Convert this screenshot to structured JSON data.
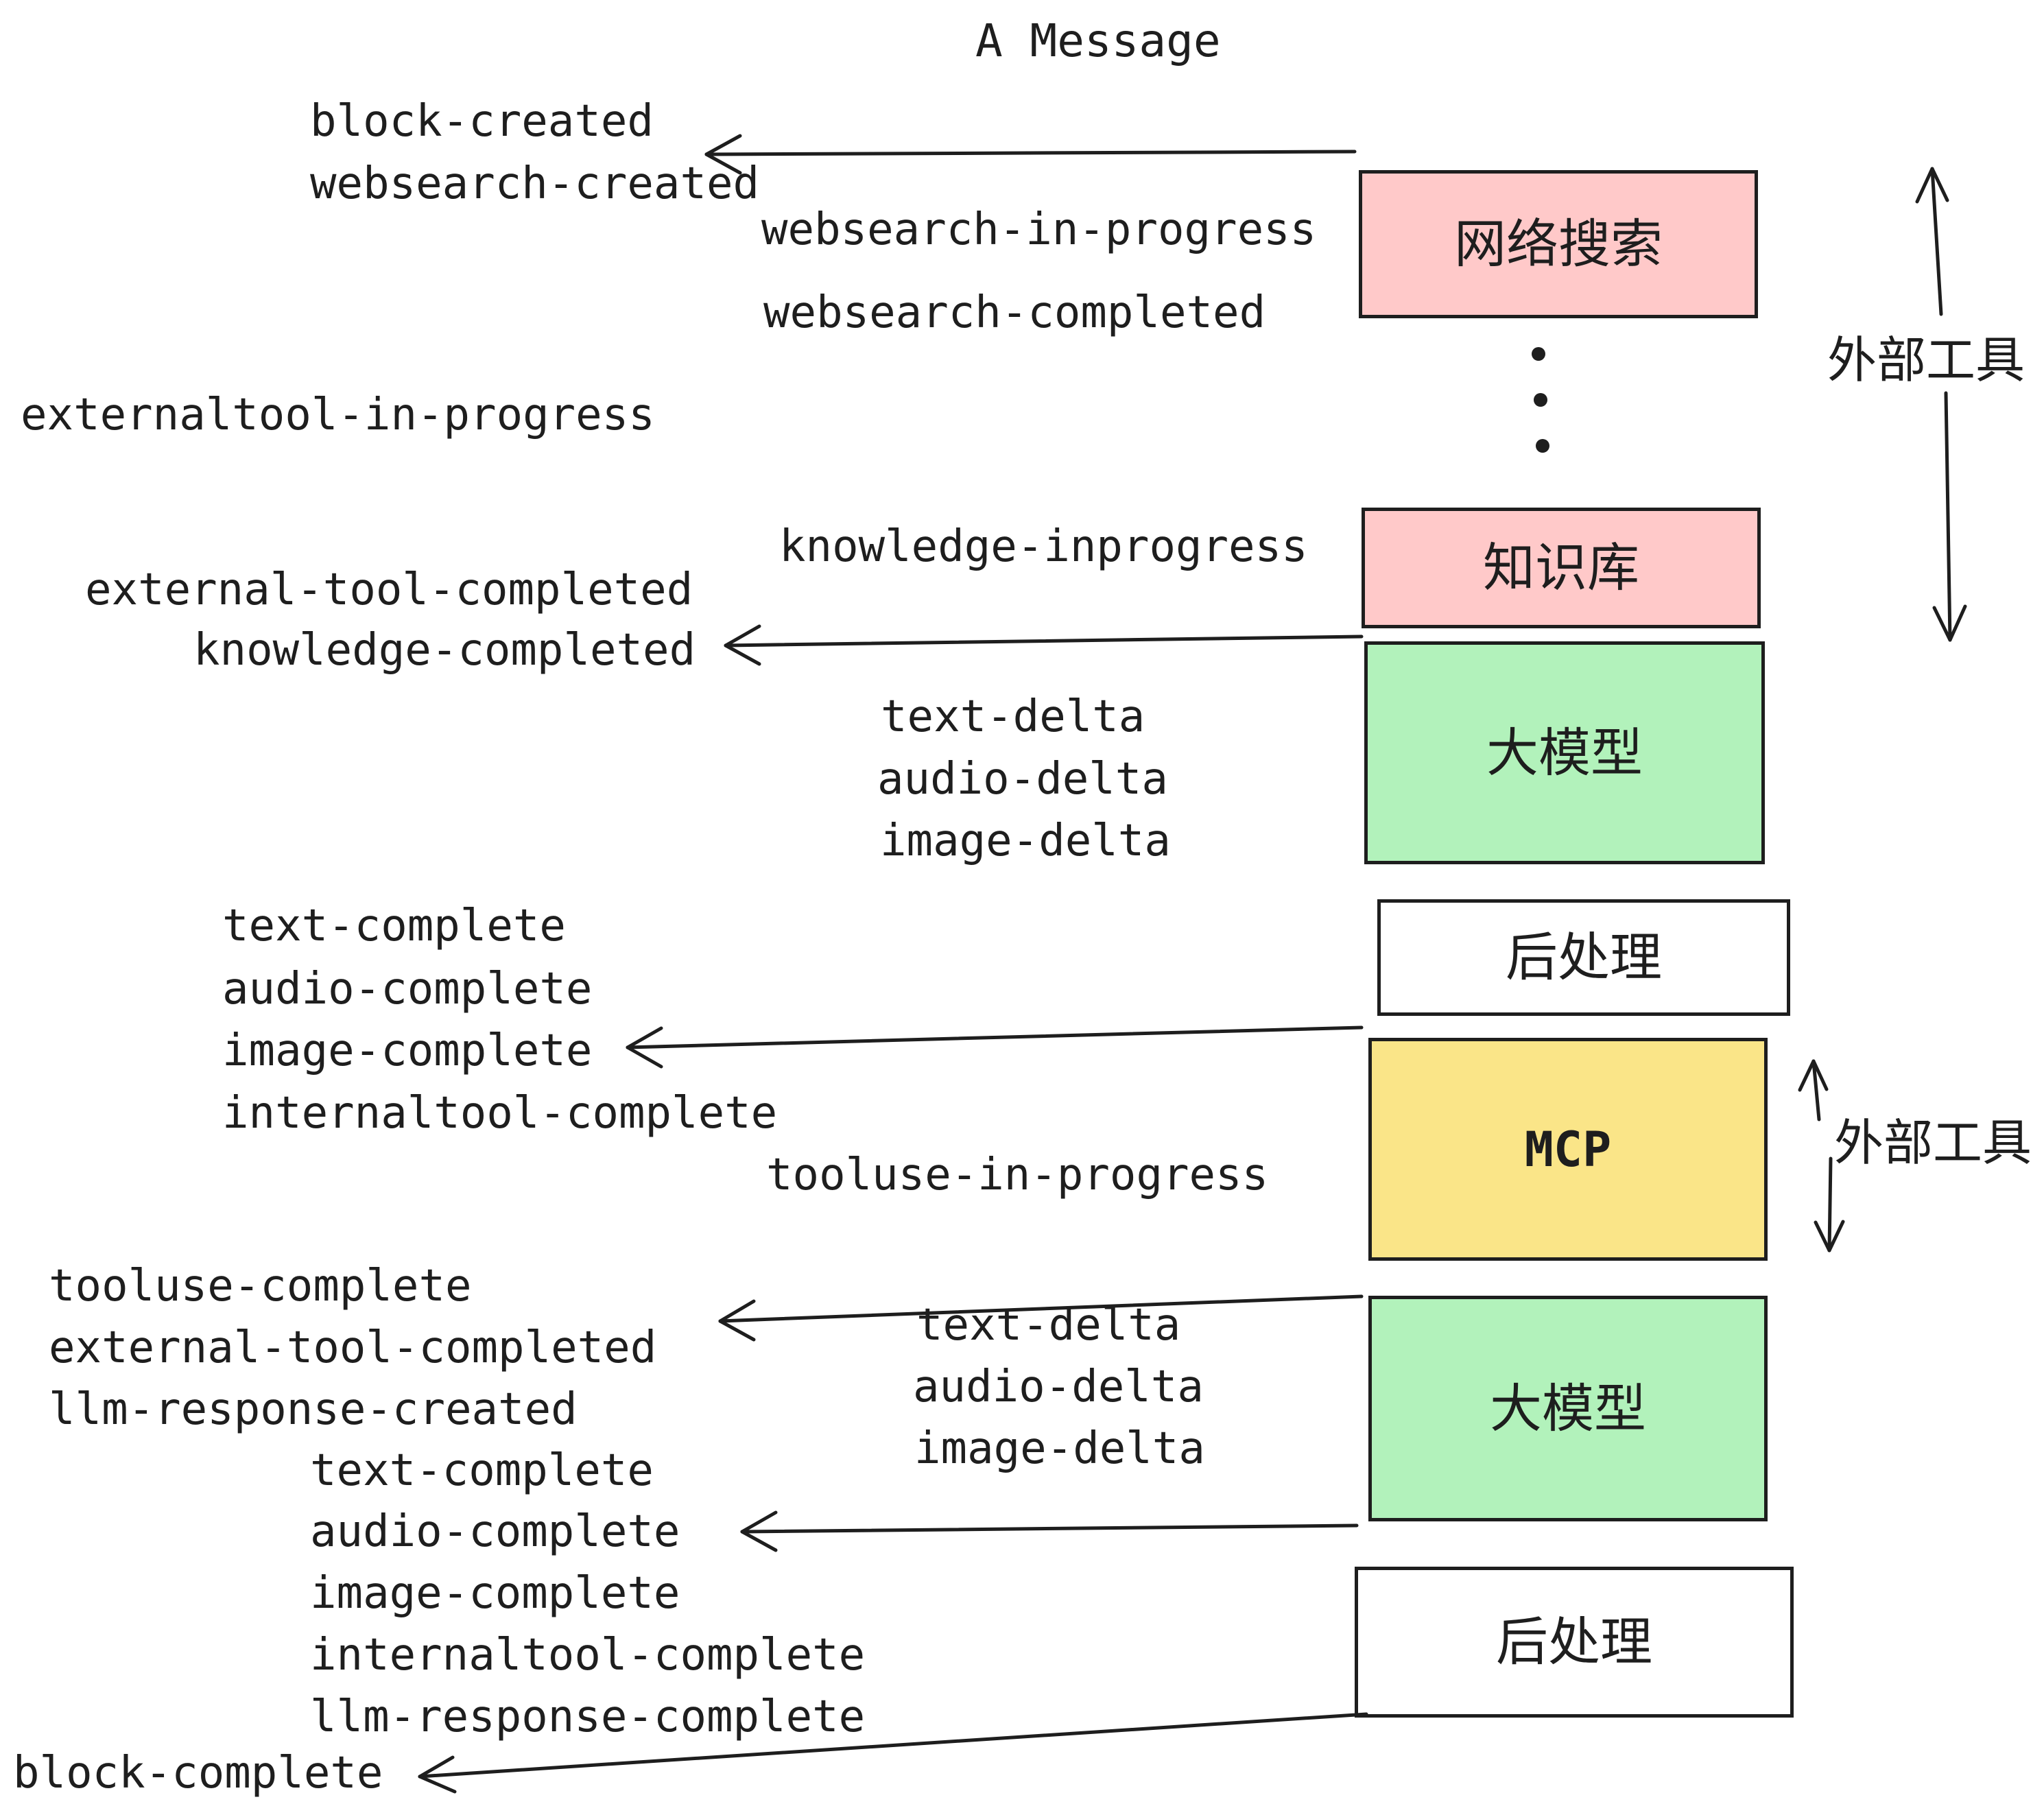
{
  "title": "A Message",
  "colors": {
    "box_pink": "#ffc9c9",
    "box_green": "#b2f2bb",
    "box_yellow": "#fae588",
    "box_white": "#ffffff",
    "stroke": "#1e1e1e"
  },
  "boxes": {
    "websearch": {
      "label": "网络搜索"
    },
    "knowledge": {
      "label": "知识库"
    },
    "llm_top": {
      "label": "大模型"
    },
    "post_top": {
      "label": "后处理"
    },
    "mcp": {
      "label": "MCP"
    },
    "llm_bottom": {
      "label": "大模型"
    },
    "post_bottom": {
      "label": "后处理"
    }
  },
  "side_labels": {
    "external_tools_top": "外部工具",
    "external_tools_bottom": "外部工具"
  },
  "events": {
    "block_created": "block-created",
    "websearch_created": "websearch-created",
    "websearch_in_progress": "websearch-in-progress",
    "websearch_completed": "websearch-completed",
    "externaltool_in_progress": "externaltool-in-progress",
    "knowledge_inprogress": "knowledge-inprogress",
    "external_tool_completed_1": "external-tool-completed",
    "knowledge_completed": "knowledge-completed",
    "text_delta_1": "text-delta",
    "audio_delta_1": "audio-delta",
    "image_delta_1": "image-delta",
    "text_complete_1": "text-complete",
    "audio_complete_1": "audio-complete",
    "image_complete_1": "image-complete",
    "internaltool_complete_1": "internaltool-complete",
    "tooluse_in_progress": "tooluse-in-progress",
    "tooluse_complete": "tooluse-complete",
    "external_tool_completed_2": "external-tool-completed",
    "llm_response_created": "llm-response-created",
    "text_complete_2": "text-complete",
    "audio_complete_2": "audio-complete",
    "image_complete_2": "image-complete",
    "internaltool_complete_2": "internaltool-complete",
    "llm_response_complete": "llm-response-complete",
    "text_delta_2": "text-delta",
    "audio_delta_2": "audio-delta",
    "image_delta_2": "image-delta",
    "block_complete": "block-complete"
  }
}
